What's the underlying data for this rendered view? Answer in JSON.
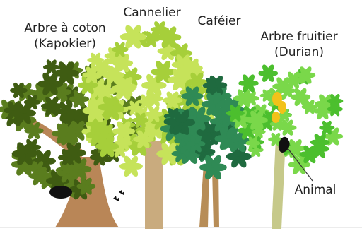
{
  "labels": {
    "kapokier_line1": "Arbre à coton",
    "kapokier_line2": "(Kapokier)",
    "cannelier": "Cannelier",
    "cafeier": "Caféier",
    "durian_line1": "Arbre fruitier",
    "durian_line2": "(Durian)",
    "animal": "Animal"
  },
  "colors": {
    "kapok_leaf": "#5a7d1e",
    "kapok_leaf_dark": "#3f5c12",
    "cinnamon_leaf": "#a6cf3a",
    "cinnamon_leaf_light": "#c6e35a",
    "coffee_leaf": "#1f6a3f",
    "coffee_leaf_light": "#2f8a55",
    "durian_leaf": "#4cbf2e",
    "durian_leaf_light": "#7ad84a",
    "trunk_kapok": "#b98657",
    "trunk_cinnamon": "#c9ab7e",
    "trunk_coffee": "#b78d57",
    "trunk_durian": "#c6c98a",
    "durian_fruit": "#f2c21a",
    "animal": "#111111"
  }
}
